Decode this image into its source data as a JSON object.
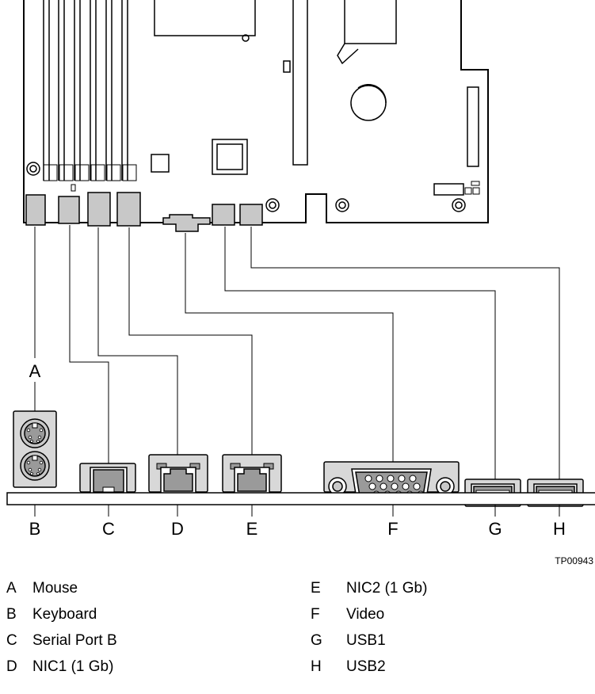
{
  "figure_id": "TP00943",
  "callouts": {
    "A": "A",
    "B": "B",
    "C": "C",
    "D": "D",
    "E": "E",
    "F": "F",
    "G": "G",
    "H": "H"
  },
  "legend": [
    {
      "letter": "A",
      "label": "Mouse"
    },
    {
      "letter": "B",
      "label": "Keyboard"
    },
    {
      "letter": "C",
      "label": "Serial Port B"
    },
    {
      "letter": "D",
      "label": "NIC1 (1 Gb)"
    },
    {
      "letter": "E",
      "label": "NIC2 (1 Gb)"
    },
    {
      "letter": "F",
      "label": "Video"
    },
    {
      "letter": "G",
      "label": "USB1"
    },
    {
      "letter": "H",
      "label": "USB2"
    }
  ],
  "colors": {
    "line": "#000000",
    "port_fill": "#c8c8c8",
    "connector_fill": "#d8d8d8",
    "jack_fill": "#9a9a9a",
    "bezel_fill": "#e0e0e0"
  }
}
